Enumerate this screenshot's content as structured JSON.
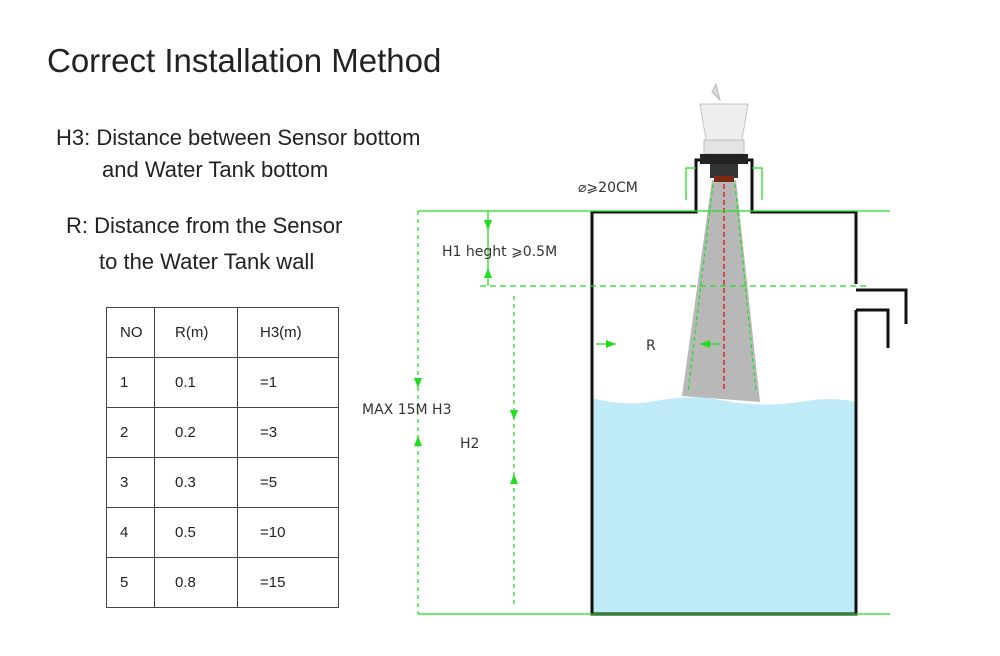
{
  "title": "Correct Installation Method",
  "definitions": {
    "h3_line1": "H3: Distance between Sensor bottom",
    "h3_line2": "and Water Tank bottom",
    "r_line1": "R: Distance from the Sensor",
    "r_line2": "to the Water Tank wall"
  },
  "table": {
    "headers": [
      "NO",
      "R(m)",
      "H3(m)"
    ],
    "rows": [
      [
        "1",
        "0.1",
        "=1"
      ],
      [
        "2",
        "0.2",
        "=3"
      ],
      [
        "3",
        "0.3",
        "=5"
      ],
      [
        "4",
        "0.5",
        "=10"
      ],
      [
        "5",
        "0.8",
        "=15"
      ]
    ]
  },
  "diagram": {
    "label_diameter": "⌀⩾20CM",
    "label_h1": "H1 heght ⩾0.5M",
    "label_r": "R",
    "label_max": "MAX 15M H3",
    "label_h2": "H2"
  },
  "colors": {
    "water": "#bfeaf8",
    "dimension_line": "#22dd22",
    "beam": "#b8b8b8",
    "center_line": "#e02020",
    "tank_outline": "#111111"
  }
}
